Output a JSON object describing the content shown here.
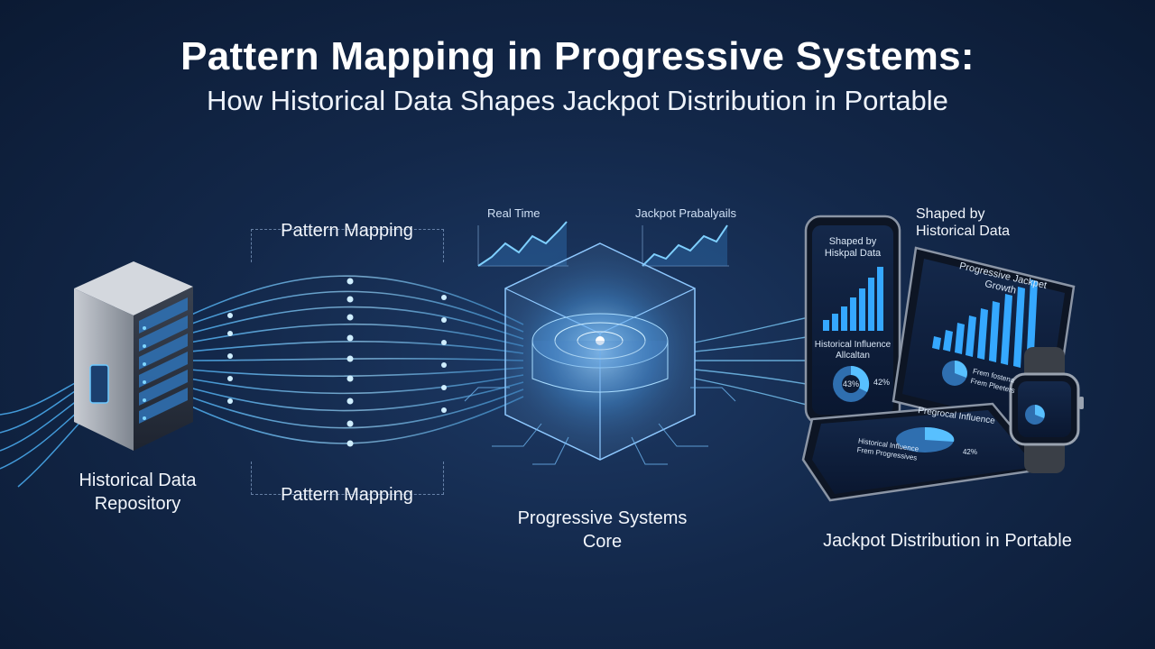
{
  "header": {
    "title": "Pattern Mapping in Progressive Systems:",
    "subtitle": "How Historical Data Shapes Jackpot Distribution in Portable"
  },
  "nodes": {
    "repository_line1": "Historical Data",
    "repository_line2": "Repository",
    "pattern_top": "Pattern Mapping",
    "pattern_bottom": "Pattern Mapping",
    "core_line1": "Progressive Systems",
    "core_line2": "Core",
    "shaped_line1": "Shaped by",
    "shaped_line2": "Historical Data",
    "distribution": "Jackpot Distribution in Portable"
  },
  "mini_charts": {
    "left_label": "Real Time",
    "right_label": "Jackpot Prabalyails"
  },
  "devices": {
    "phone_title_line1": "Shaped by",
    "phone_title_line2": "Hiskpal Data",
    "phone_sub_line1": "Historical Influence",
    "phone_sub_line2": "Allcaltan",
    "phone_pct": "43%",
    "phone_pct2": "42%",
    "tablet_title": "Progressive Jackpet Growth",
    "tablet_legend1": "Frem fostena",
    "tablet_legend2": "Frem Pleeters",
    "base_title": "Pregrocal Influence",
    "base_sub1": "Historical Influence",
    "base_sub2": "Frem Progressives",
    "base_pct": "42%"
  },
  "colors": {
    "accent": "#4fb8ff",
    "background": "#13284a",
    "bar": "#35a8ff"
  }
}
